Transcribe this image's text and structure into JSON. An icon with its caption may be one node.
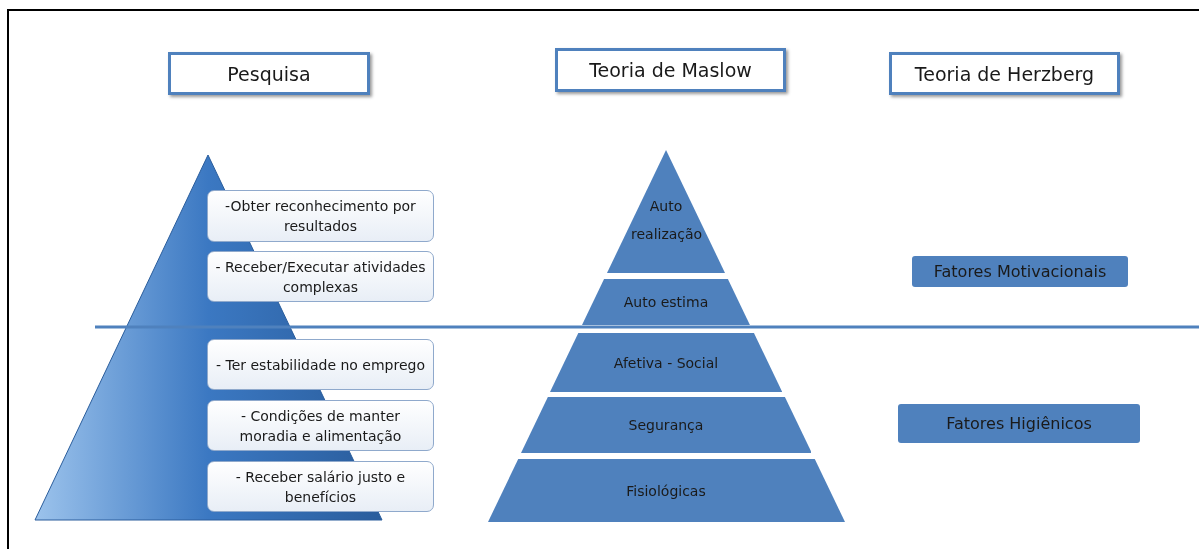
{
  "diagram": {
    "nodes": [
      {
        "text": [
          "Pesquisa"
        ]
      },
      {
        "text": [
          "Teoria de Maslow"
        ]
      },
      {
        "text": [
          "Teoria de Herzberg"
        ]
      },
      {
        "text": [
          "-Obter reconhecimento por resultados"
        ]
      },
      {
        "text": [
          "- Receber/Executar atividades complexas"
        ]
      },
      {
        "text": [
          "- Ter estabilidade no emprego"
        ]
      },
      {
        "text": [
          "- Condições de manter moradia e alimentação"
        ]
      },
      {
        "text": [
          "- Receber salário justo e benefícios"
        ]
      },
      {
        "text": [
          "Auto realização"
        ]
      },
      {
        "text": [
          "Auto estima"
        ]
      },
      {
        "text": [
          "Afetiva - Social"
        ]
      },
      {
        "text": [
          "Segurança"
        ]
      },
      {
        "text": [
          "Fisiológicas"
        ]
      },
      {
        "text": [
          "Fatores Motivacionais"
        ]
      },
      {
        "text": [
          "Fatores Higiênicos"
        ]
      }
    ]
  }
}
